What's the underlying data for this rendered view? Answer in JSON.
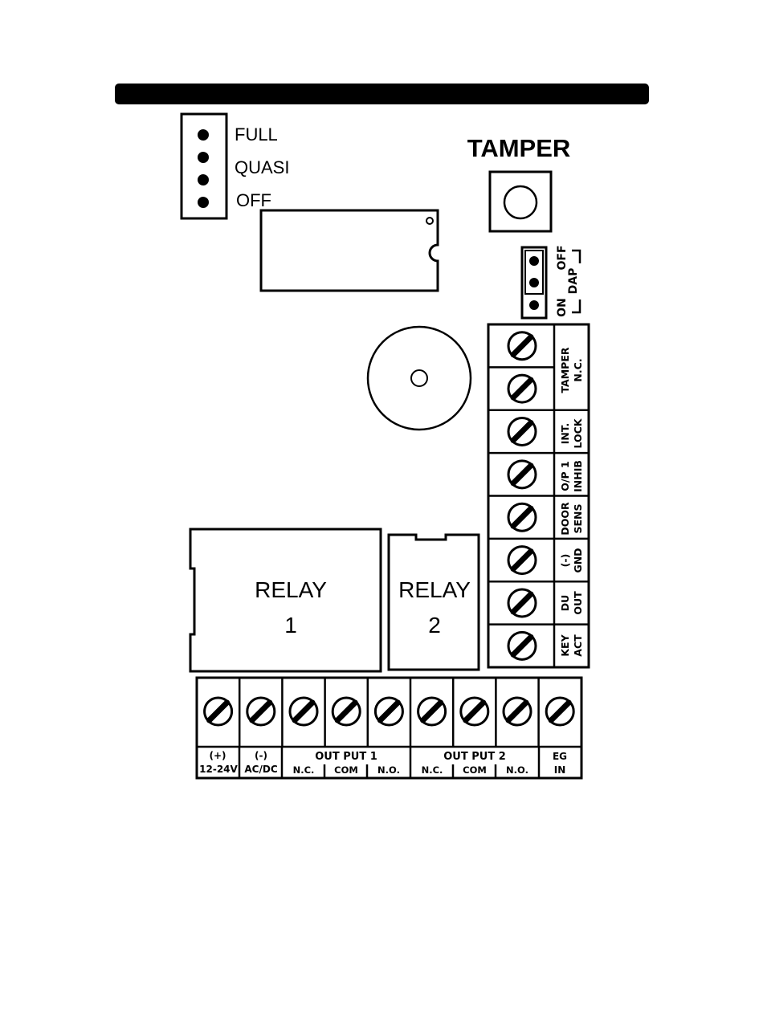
{
  "jumper_mode": {
    "labels": [
      "FULL",
      "QUASI",
      "OFF"
    ]
  },
  "tamper": {
    "title": "TAMPER"
  },
  "dap_jumper": {
    "off": "OFF",
    "dap": "DAP",
    "on": "ON"
  },
  "relays": [
    {
      "label": "RELAY",
      "number": "1"
    },
    {
      "label": "RELAY",
      "number": "2"
    }
  ],
  "side_terminals": [
    {
      "line1": "TAMPER",
      "line2": "N.C."
    },
    {
      "line1": "INT.",
      "line2": "LOCK"
    },
    {
      "line1": "O/P 1",
      "line2": "INHIB"
    },
    {
      "line1": "DOOR",
      "line2": "SENS"
    },
    {
      "line1": "(-)",
      "line2": "GND"
    },
    {
      "line1": "DU",
      "line2": "OUT"
    },
    {
      "line1": "KEY",
      "line2": "ACT"
    }
  ],
  "bottom_terminals": {
    "power_pos_top": "(+)",
    "power_pos_bottom": "12-24V",
    "power_neg_top": "(-)",
    "power_neg_bottom": "AC/DC",
    "output1": "OUT PUT 1",
    "output2": "OUT PUT 2",
    "nc": "N.C.",
    "com": "COM",
    "no": "N.O.",
    "eg_top": "EG",
    "eg_bottom": "IN"
  }
}
